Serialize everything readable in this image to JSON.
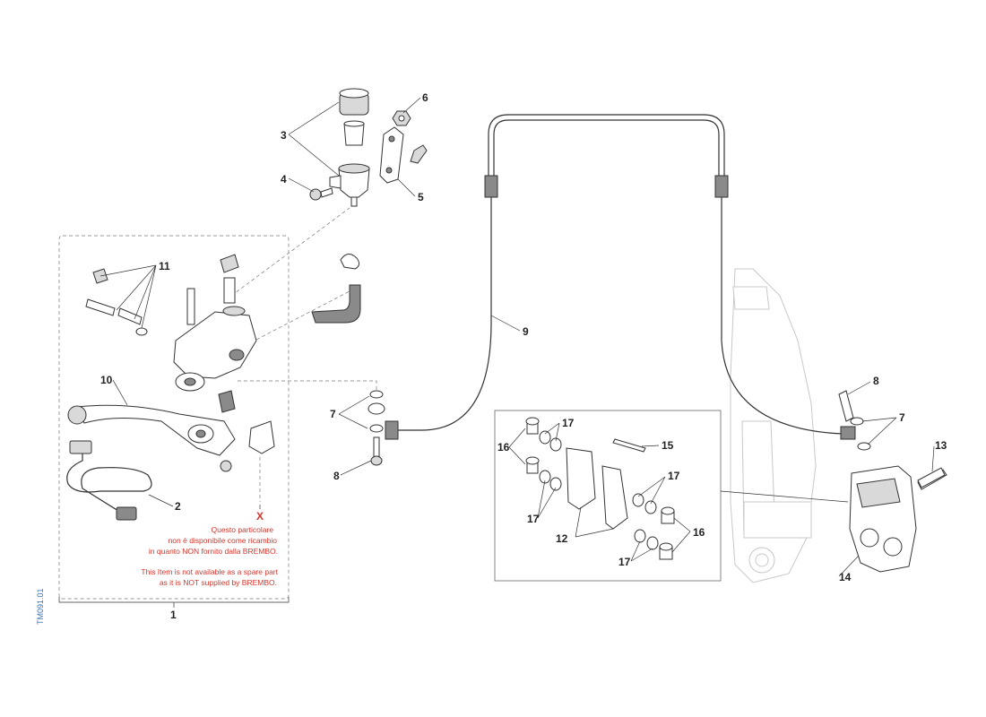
{
  "callouts": {
    "c1": "1",
    "c2": "2",
    "c3": "3",
    "c4": "4",
    "c5": "5",
    "c6": "6",
    "c7a": "7",
    "c7b": "7",
    "c8a": "8",
    "c8b": "8",
    "c9": "9",
    "c10": "10",
    "c11": "11",
    "c12": "12",
    "c13": "13",
    "c14": "14",
    "c15": "15",
    "c16a": "16",
    "c16b": "16",
    "c17a": "17",
    "c17b": "17",
    "c17c": "17",
    "c17d": "17"
  },
  "note": {
    "mark": "X",
    "it_line1": "Questo particolare",
    "it_line2": "non è disponibile come ricambio",
    "it_line3": "in quanto NON fornito dalla BREMBO.",
    "en_line1": "This Item is not available as a spare part",
    "en_line2": "as it is NOT supplied by BREMBO."
  },
  "drawing_code": "TM091.01",
  "colors": {
    "note_red": "#d9342b",
    "code_blue": "#3a6fb0",
    "line": "#333333",
    "ghost": "#c8c8c8"
  }
}
